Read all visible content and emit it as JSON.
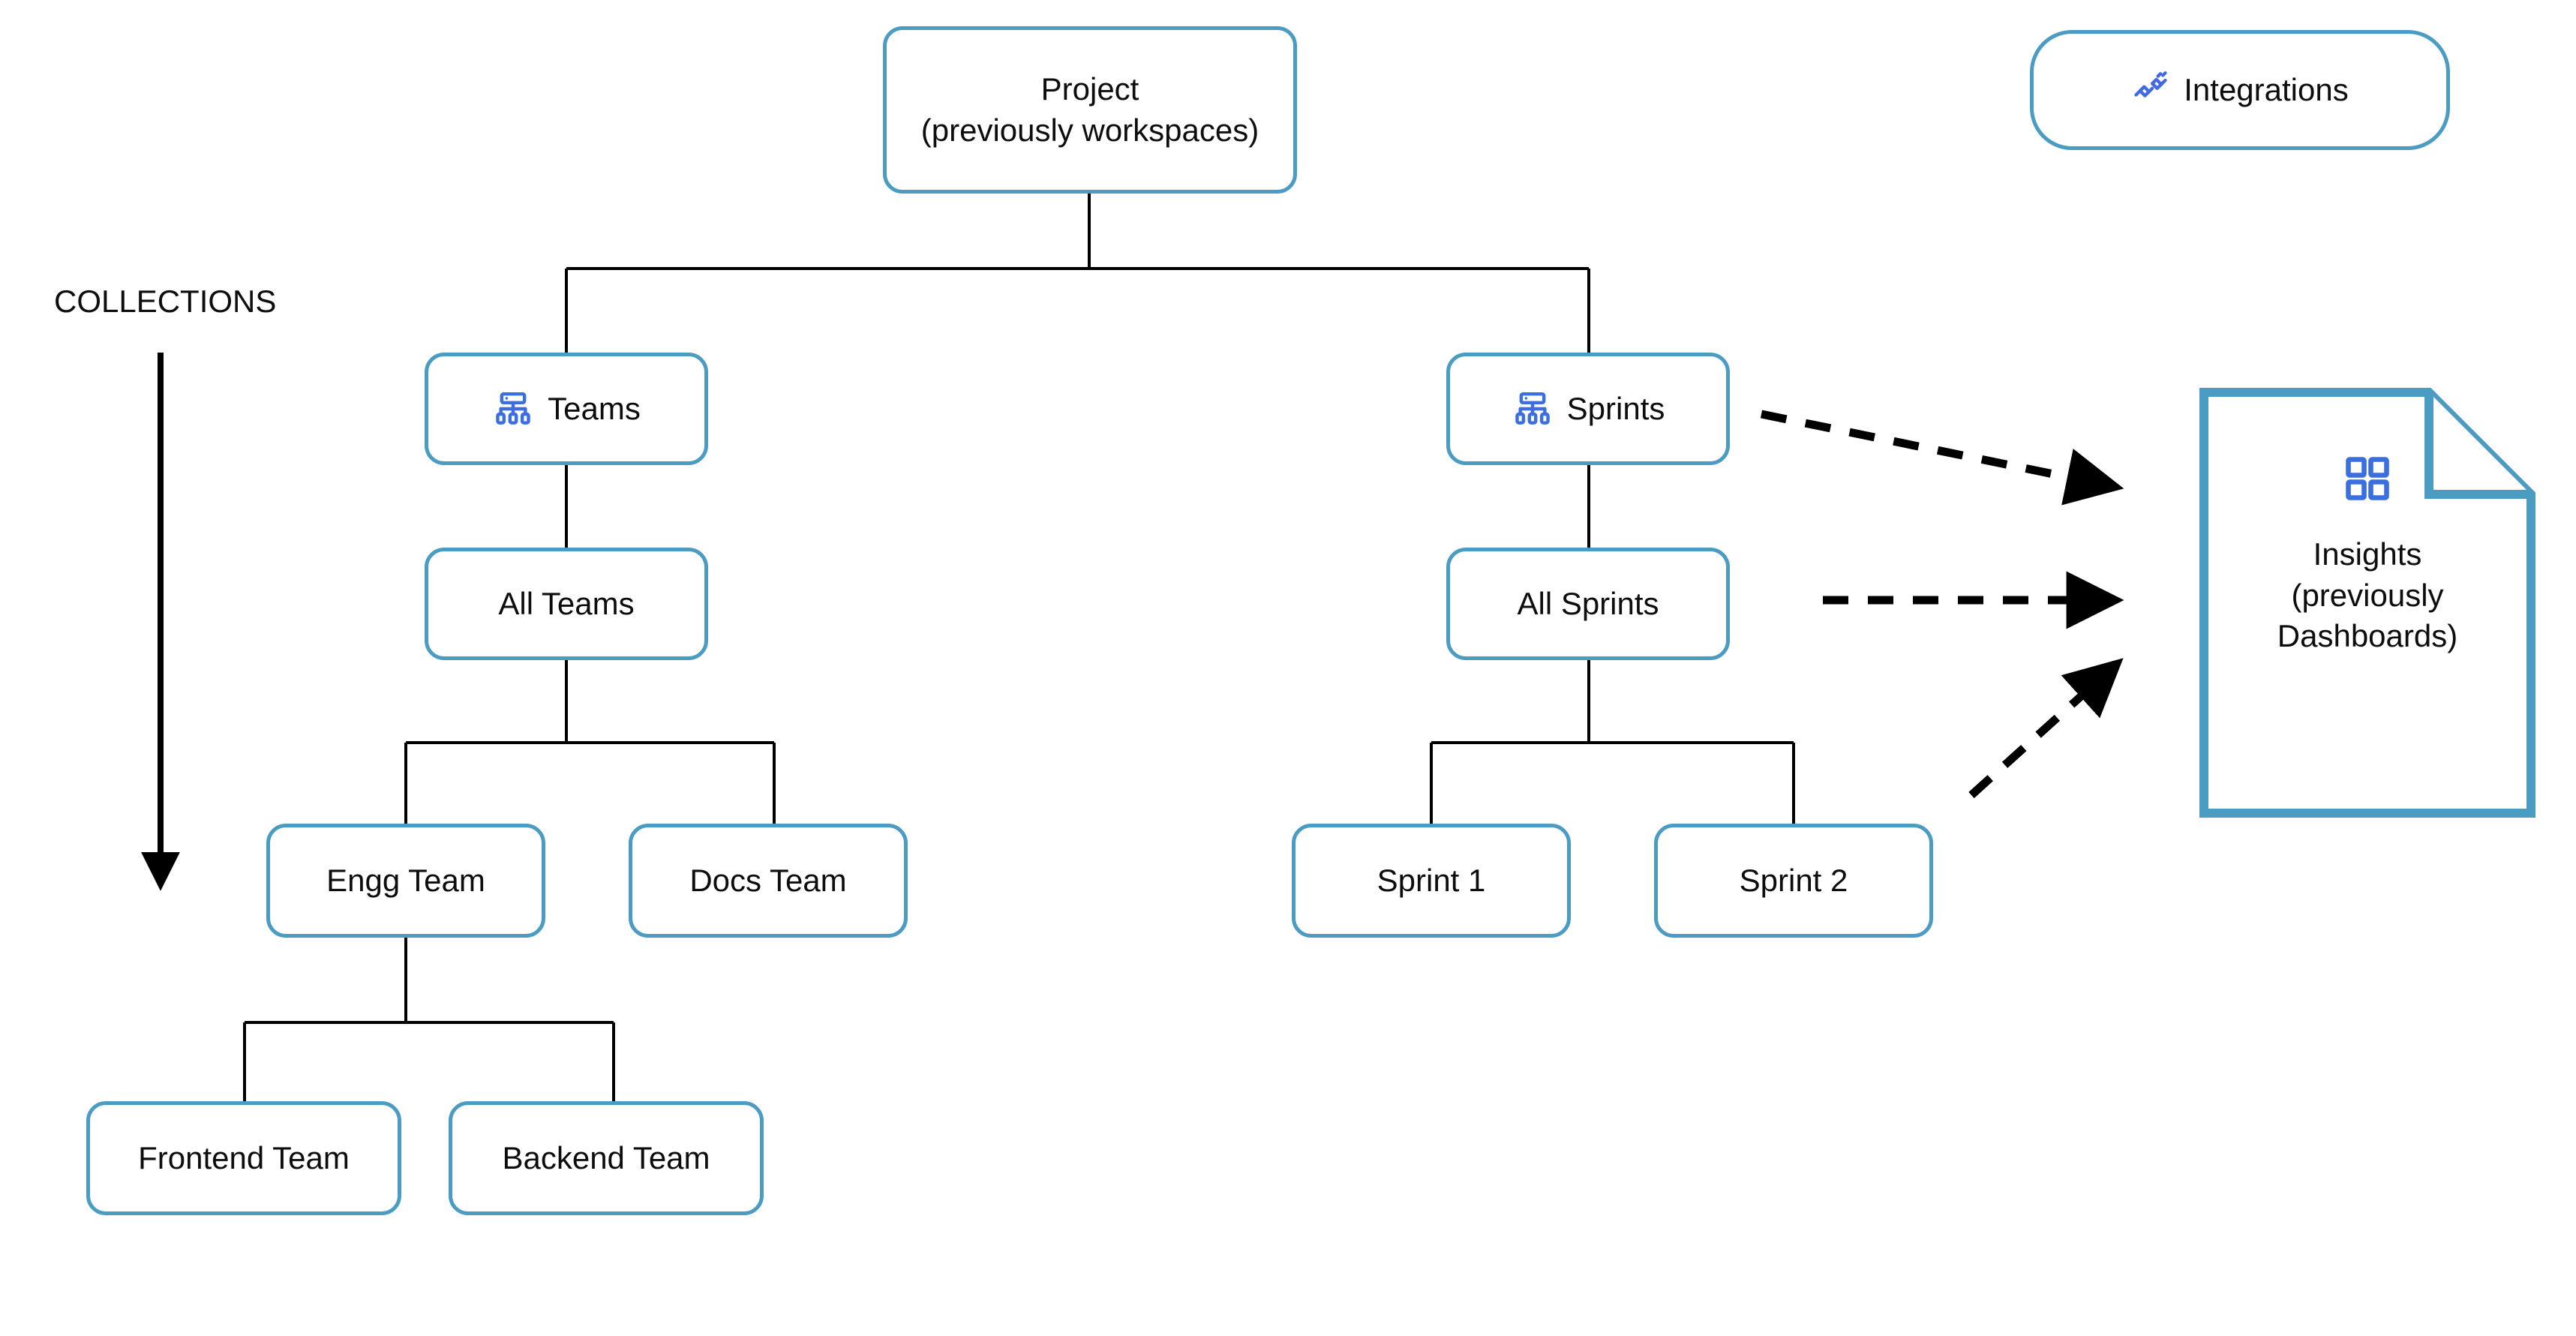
{
  "diagram": {
    "title_text": "COLLECTIONS",
    "background_color": "#ffffff",
    "node_border_color": "#4B9CC3",
    "node_fill_color": "#ffffff",
    "edge_color": "#000000",
    "icon_color": "#4169E1",
    "text_color": "#0d0d0d"
  },
  "nodes": {
    "project": {
      "label": "Project\n(previously workspaces)"
    },
    "teams": {
      "label": "Teams",
      "icon": "hierarchy-icon"
    },
    "sprints": {
      "label": "Sprints",
      "icon": "hierarchy-icon"
    },
    "all_teams": {
      "label": "All Teams"
    },
    "all_sprints": {
      "label": "All Sprints"
    },
    "engg_team": {
      "label": "Engg Team"
    },
    "docs_team": {
      "label": "Docs Team"
    },
    "sprint_1": {
      "label": "Sprint 1"
    },
    "sprint_2": {
      "label": "Sprint 2"
    },
    "frontend_team": {
      "label": "Frontend Team"
    },
    "backend_team": {
      "label": "Backend Team"
    },
    "integrations": {
      "label": "Integrations",
      "icon": "plug-connector-icon"
    },
    "insights": {
      "label": "Insights\n(previously\nDashboards)",
      "icon": "grid-dashboard-icon"
    }
  },
  "annotations": {
    "collections_label": "COLLECTIONS"
  }
}
